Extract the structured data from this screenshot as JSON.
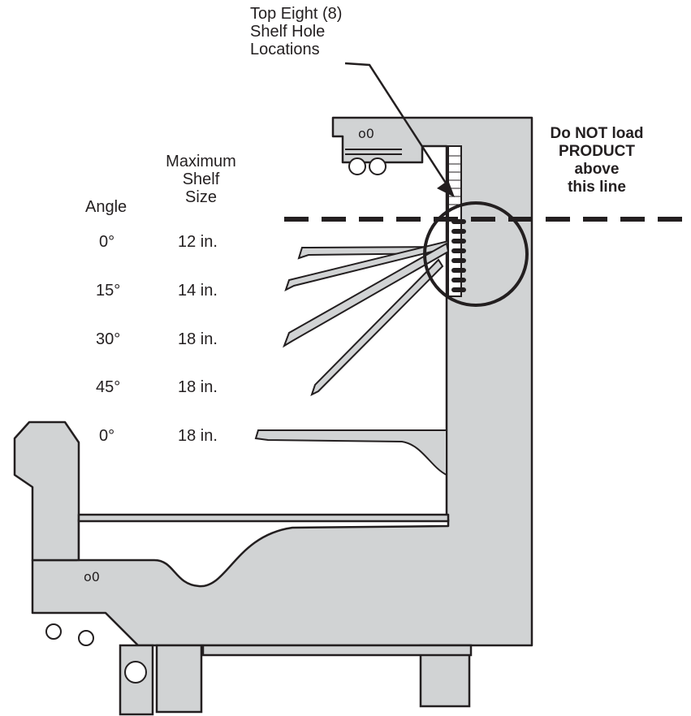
{
  "callout": {
    "lines": [
      "Top Eight (8)",
      "Shelf Hole",
      "Locations"
    ]
  },
  "warning": {
    "lines": [
      "Do NOT load",
      "PRODUCT",
      "above",
      "this line"
    ]
  },
  "table": {
    "angle_header": "Angle",
    "size_header_lines": [
      "Maximum",
      "Shelf",
      "Size"
    ],
    "rows": [
      {
        "angle": "0°",
        "size": "12 in."
      },
      {
        "angle": "15°",
        "size": "14 in."
      },
      {
        "angle": "30°",
        "size": "18 in."
      },
      {
        "angle": "45°",
        "size": "18 in."
      },
      {
        "angle": "0°",
        "size": "18 in."
      }
    ]
  },
  "colors": {
    "case_fill": "#d1d3d4",
    "line": "#231f20",
    "background": "#ffffff"
  }
}
